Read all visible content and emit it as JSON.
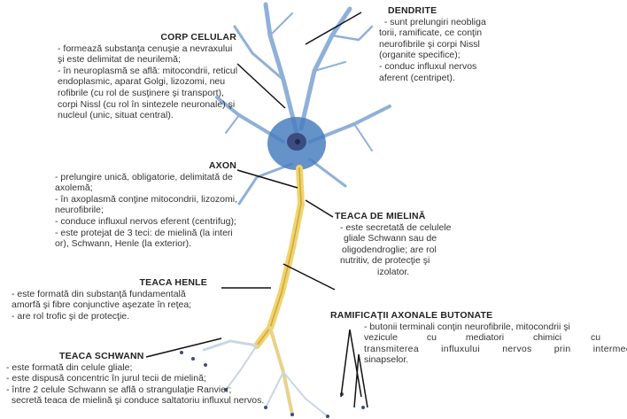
{
  "dendrite": {
    "title": "DENDRITE",
    "lines": [
      "  - sunt prelungiri neobliga",
      "torii, ramificate, ce conţin",
      "neurofibrile şi corpi Nissl",
      "(organite specifice);",
      "- conduc influxul nervos",
      "aferent (centripet)."
    ]
  },
  "corp_celular": {
    "title": "CORP CELULAR",
    "lines": [
      "- formează substanţa cenuşie a nevraxului",
      "şi este delimitat de neurilemă;",
      "- în neuroplasmă se află: mitocondrii, reticul",
      "endoplasmic, aparat Golgi, lizozomi, neu",
      "rofibrile (cu rol de susţinere şi transport),",
      "corpi Nissl (cu rol în sintezele neuronale) şi",
      "nucleul (unic, situat central)."
    ]
  },
  "axon": {
    "title": "AXON",
    "lines": [
      "- prelungire unică, obligatorie, delimitată de",
      "axolemă;",
      "- în axoplasmă conţine mitocondrii, lizozomi,",
      "neurofibrile;",
      "- conduce influxul nervos eferent (centrifug);",
      "- este protejat de 3 teci: de mielină (la interi",
      "or), Schwann, Henle (la exterior)."
    ]
  },
  "teaca_mielina": {
    "title": "TEACA DE MIELINĂ",
    "lines": [
      "- este secretată de celulele",
      "gliale Schwann sau de",
      "oligodendroglie; are rol",
      "nutritiv, de protecţie şi",
      "izolator."
    ]
  },
  "teaca_henle": {
    "title": "TEACA HENLE",
    "lines": [
      "- este formată din substanţă fundamentală",
      "amorfă şi fibre conjunctive aşezate în reţea;",
      "- are rol trofic şi de protecţie."
    ]
  },
  "ramificatii": {
    "title": "RAMIFICAŢII AXONALE BUTONATE",
    "lines": [
      "- butonii terminali conţin neurofibrile, mitocondrii şi",
      "vezicule cu mediatori chimici cu rol în",
      "transmiterea influxului nervos prin intermediul",
      "sinapselor."
    ]
  },
  "teaca_schwann": {
    "title": "TEACA SCHWANN",
    "lines": [
      "- este formată din celule gliale;",
      "- este dispusă concentric în jurul tecii de mielină;",
      "- între 2 celule Schwann se află o strangulaţie Ranvier;",
      "  secretă teaca de mielină şi conduce saltatoriu influxul nervos."
    ]
  },
  "colors": {
    "neuron": "#4a7fc0",
    "myelin": "#f2d36b",
    "leader": "#111111"
  }
}
